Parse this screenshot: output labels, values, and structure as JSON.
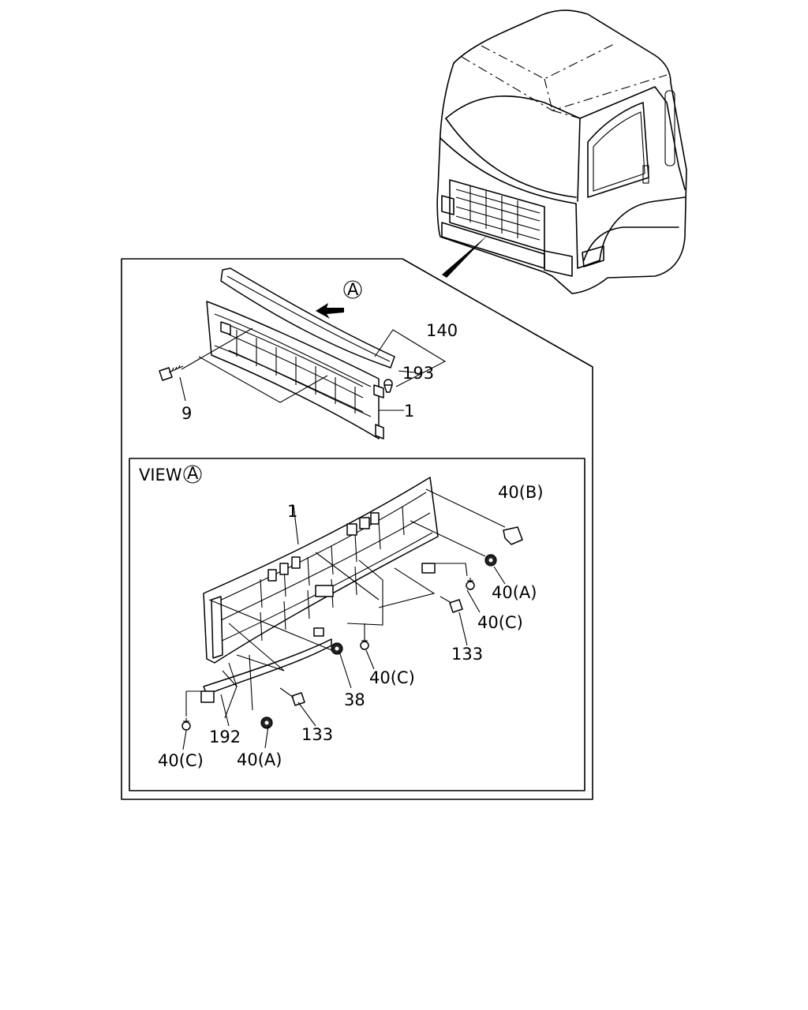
{
  "callouts": {
    "view_arrow_marker": "A",
    "view_title_text": "VIEW",
    "view_title_marker": "A",
    "part_140": "140",
    "part_193": "193",
    "part_9": "9",
    "part_1_top": "1",
    "part_1_view": "1",
    "part_40B": "40(B)",
    "part_40A_right": "40(A)",
    "part_40C_right": "40(C)",
    "part_133_right": "133",
    "part_40C_mid": "40(C)",
    "part_38": "38",
    "part_133_left": "133",
    "part_192": "192",
    "part_40C_left": "40(C)",
    "part_40A_left": "40(A)"
  },
  "icons": {
    "view_arrow": "bold-arrow-icon",
    "bolt": "bolt-icon",
    "nut": "nut-icon",
    "clip": "clip-icon",
    "screw": "screw-icon"
  }
}
